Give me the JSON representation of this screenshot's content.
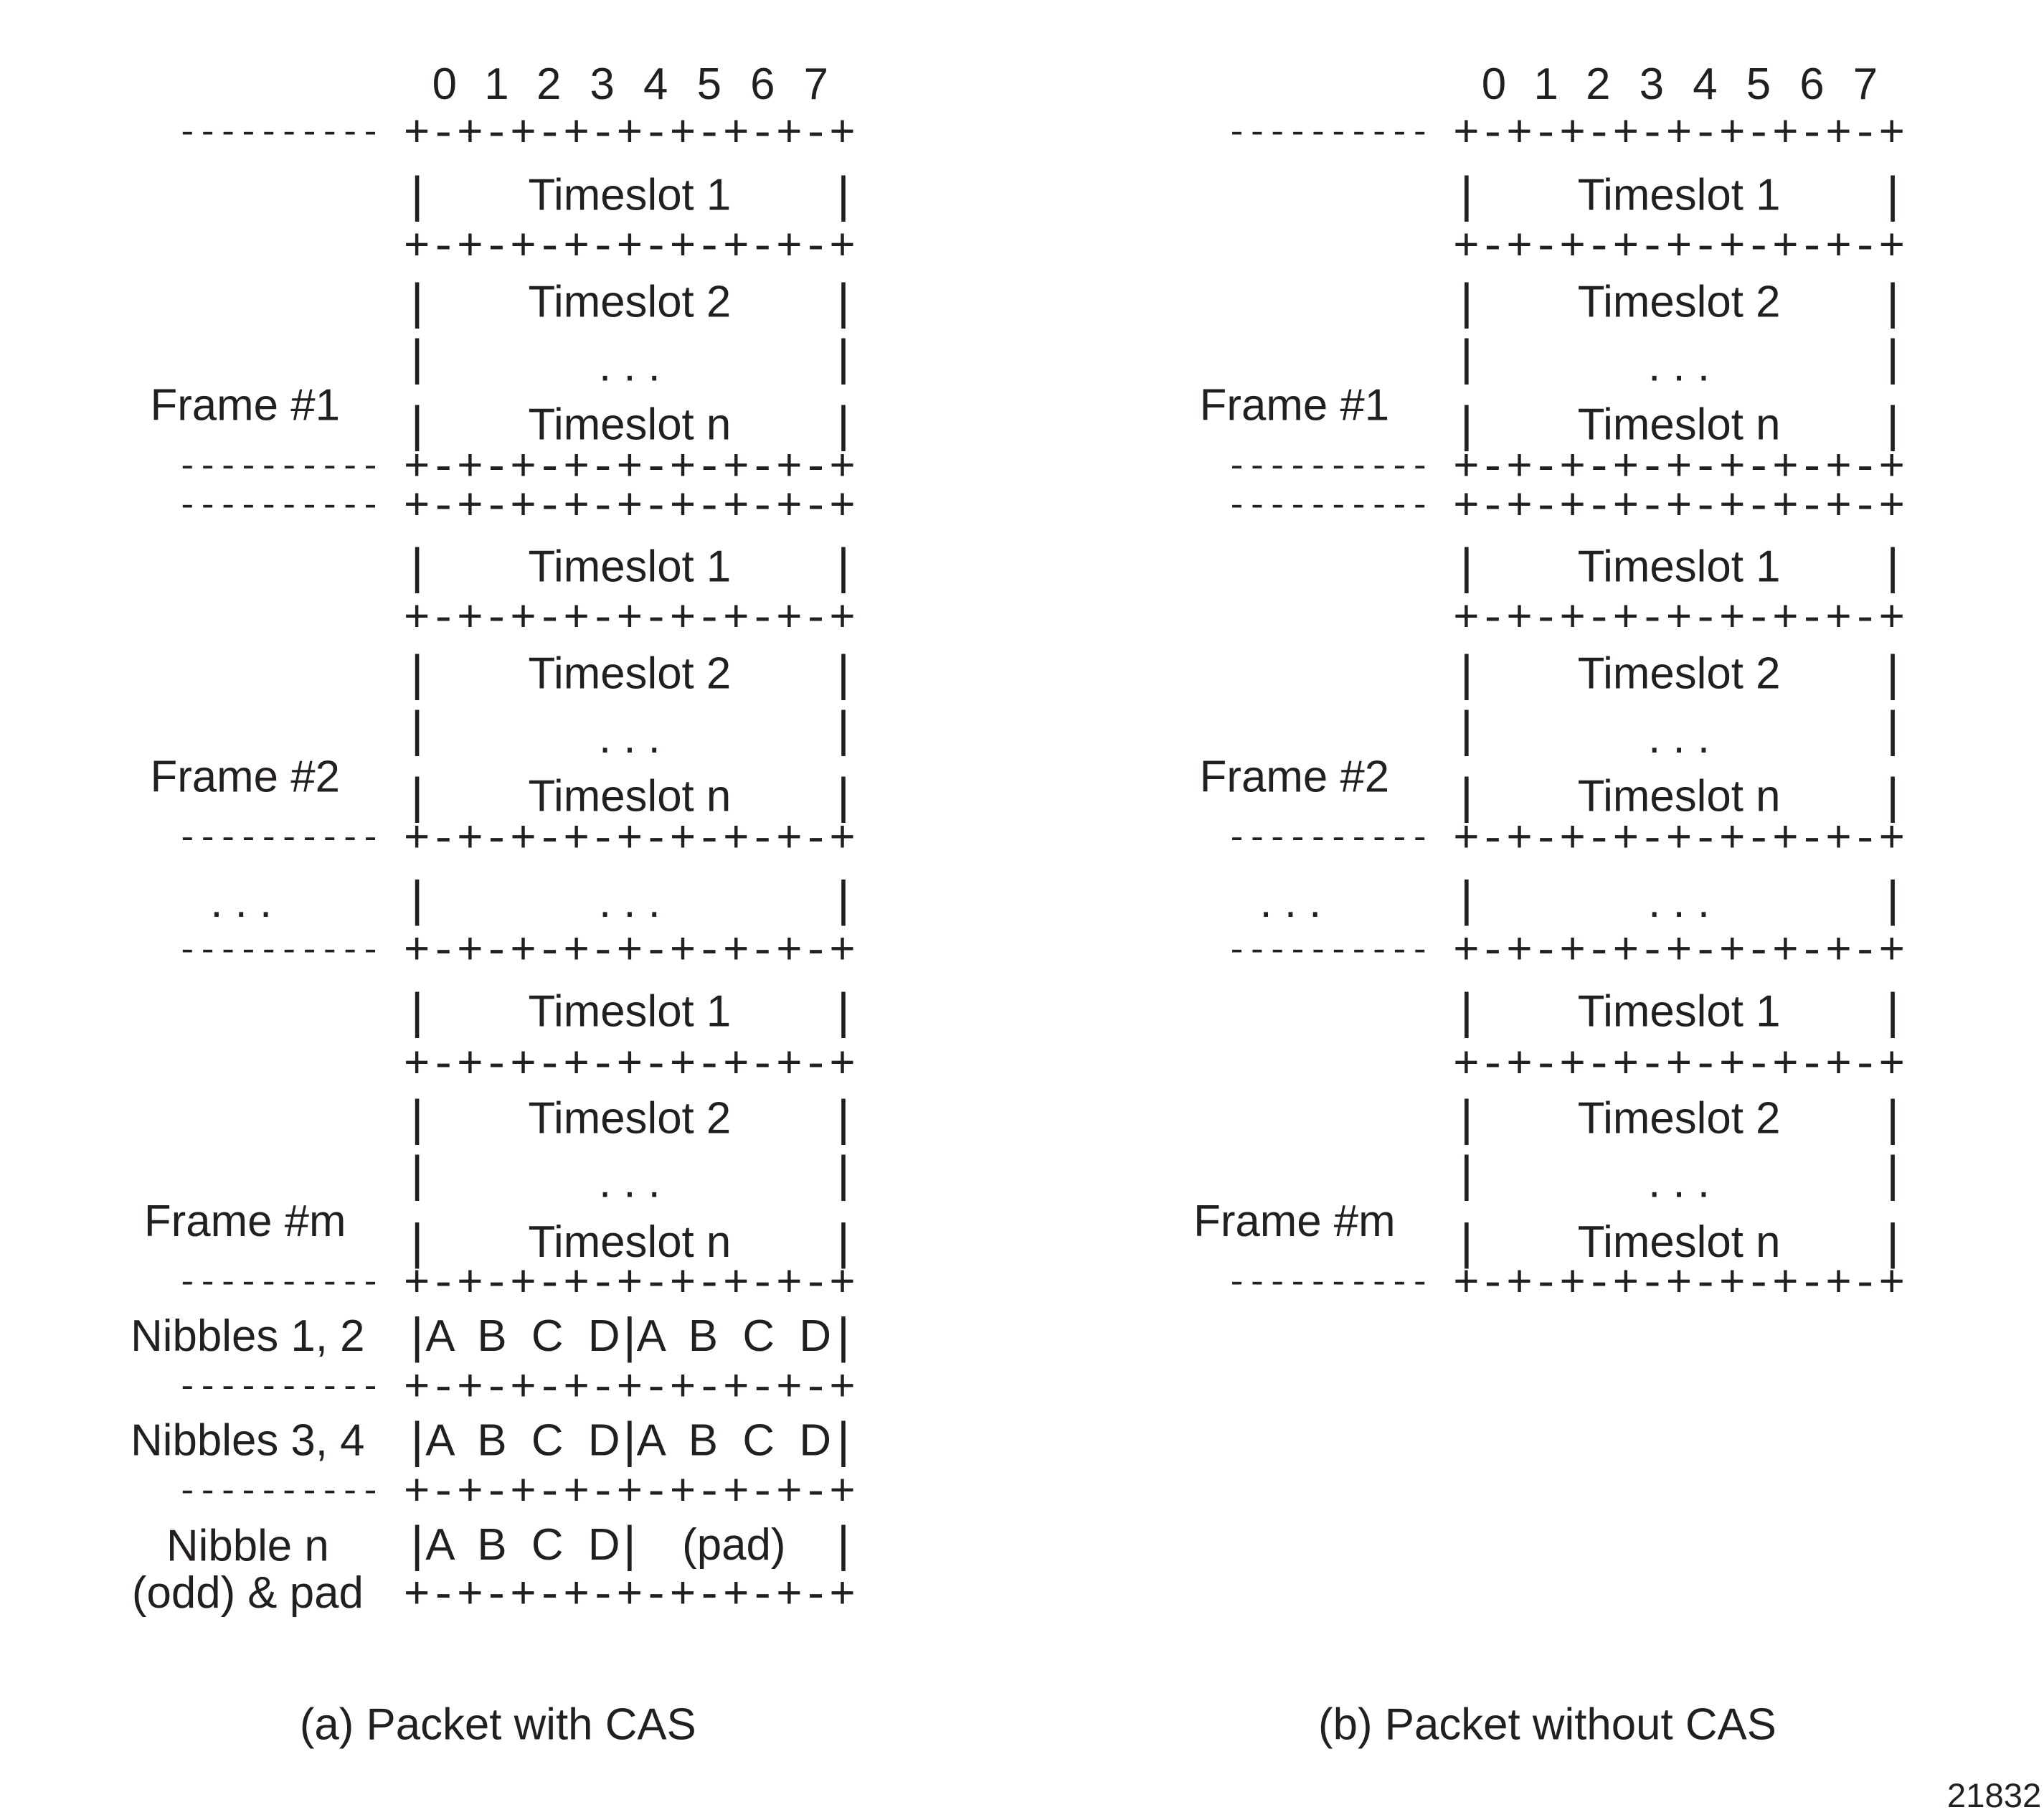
{
  "bit_header": [
    "0",
    "1",
    "2",
    "3",
    "4",
    "5",
    "6",
    "7"
  ],
  "separator": "+-+-+-+-+-+-+-+-+",
  "left_dash": "----------",
  "vbar": "|",
  "ellipsis": ". . .",
  "figure_id": "21832",
  "panels": [
    {
      "caption": "(a) Packet with CAS",
      "frames": [
        {
          "label": "Frame #1",
          "rows": [
            "Timeslot 1",
            "Timeslot 2",
            ". . .",
            "Timeslot n"
          ]
        },
        {
          "label": "Frame #2",
          "rows": [
            "Timeslot 1",
            "Timeslot 2",
            ". . .",
            "Timeslot n"
          ]
        },
        {
          "label": "Frame #m",
          "rows": [
            "Timeslot 1",
            "Timeslot 2",
            ". . .",
            "Timeslot n"
          ]
        }
      ],
      "middle_row": {
        "label": ". . .",
        "content": ". . ."
      },
      "nibbles": [
        {
          "label": [
            "Nibbles 1, 2"
          ],
          "cells": [
            "A  B  C  D",
            "A  B  C  D"
          ]
        },
        {
          "label": [
            "Nibbles 3, 4"
          ],
          "cells": [
            "A  B  C  D",
            "A  B  C  D"
          ]
        },
        {
          "label": [
            "Nibble n",
            "(odd) & pad"
          ],
          "cells": [
            "A  B  C  D",
            "(pad)"
          ]
        }
      ]
    },
    {
      "caption": "(b) Packet without CAS",
      "frames": [
        {
          "label": "Frame #1",
          "rows": [
            "Timeslot 1",
            "Timeslot 2",
            ". . .",
            "Timeslot n"
          ]
        },
        {
          "label": "Frame #2",
          "rows": [
            "Timeslot 1",
            "Timeslot 2",
            ". . .",
            "Timeslot n"
          ]
        },
        {
          "label": "Frame #m",
          "rows": [
            "Timeslot 1",
            "Timeslot 2",
            ". . .",
            "Timeslot n"
          ]
        }
      ],
      "middle_row": {
        "label": ". . .",
        "content": ". . ."
      },
      "nibbles": []
    }
  ]
}
